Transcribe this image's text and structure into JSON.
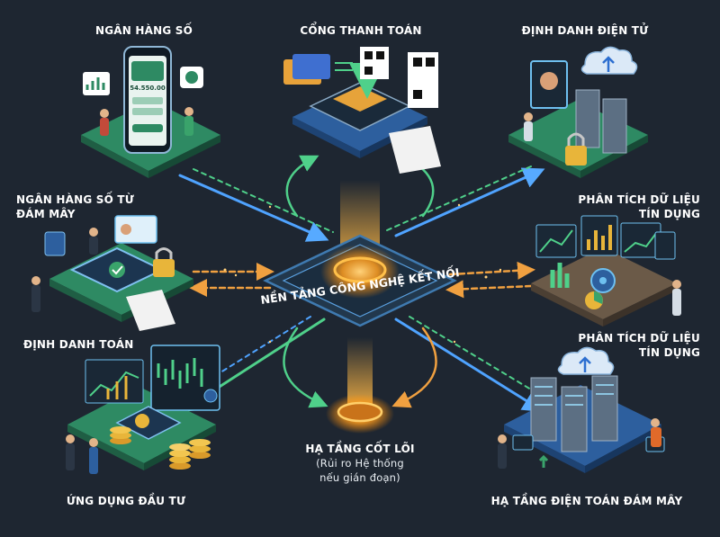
{
  "nodes": {
    "digital_banking": "NGÂN HÀNG SỐ",
    "payment_gateway": "CỔNG THANH TOÁN",
    "digital_identity": "ĐỊNH DANH ĐIỆN TỬ",
    "cloud_banking_l1": "NGÂN HÀNG SỐ TỪ",
    "cloud_banking_l2": "ĐÁM MÂY",
    "credit_analytics_top_l1": "PHÂN TÍCH DỮ LIỆU",
    "credit_analytics_top_l2": "TÍN DỤNG",
    "identity_payment": "ĐỊNH DANH TOÁN",
    "credit_analytics_bottom_l1": "PHÂN TÍCH DỮ LIỆU",
    "credit_analytics_bottom_l2": "TÍN DỤNG",
    "investment_app": "ỨNG DỤNG ĐẦU TƯ",
    "core_infra_title": "HẠ TẦNG CỐT LÕI",
    "core_infra_sub_l1": "(Rủi ro Hệ thống",
    "core_infra_sub_l2": "nếu gián đoạn)",
    "cloud_infra": "HẠ TẦNG ĐIỆN TOÁN ĐÁM MÂY"
  },
  "center": {
    "title": "NỀN TẢNG CÔNG NGHỆ KẾT NỐI"
  },
  "phone_balance": "54.550.00",
  "colors": {
    "background": "#1e2631",
    "platform_green": "#2e8a63",
    "platform_blue": "#2d5f9e",
    "platform_brown": "#6b5a48",
    "arrow_blue": "#4fa3ff",
    "arrow_green": "#4fd08a",
    "arrow_orange": "#f0a040",
    "core_glow": "#ffb02e"
  }
}
